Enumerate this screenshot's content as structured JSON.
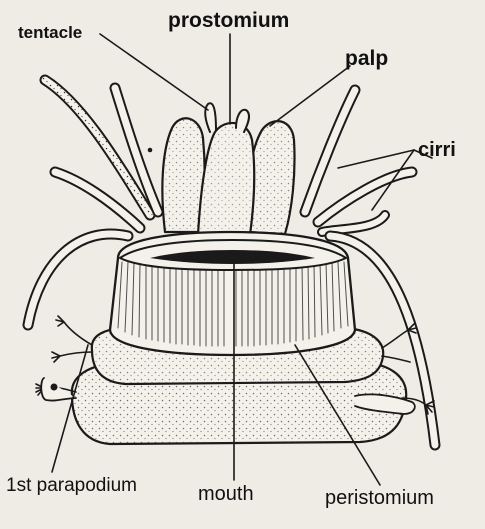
{
  "labels": {
    "tentacle": "tentacle",
    "prostomium": "prostomium",
    "palp": "palp",
    "cirri": "cirri",
    "parapodium": "1st parapodium",
    "mouth": "mouth",
    "peristomium": "peristomium"
  },
  "colors": {
    "background": "#efece6",
    "ink": "#1a1a1a",
    "body_fill": "#f4f1ea"
  }
}
